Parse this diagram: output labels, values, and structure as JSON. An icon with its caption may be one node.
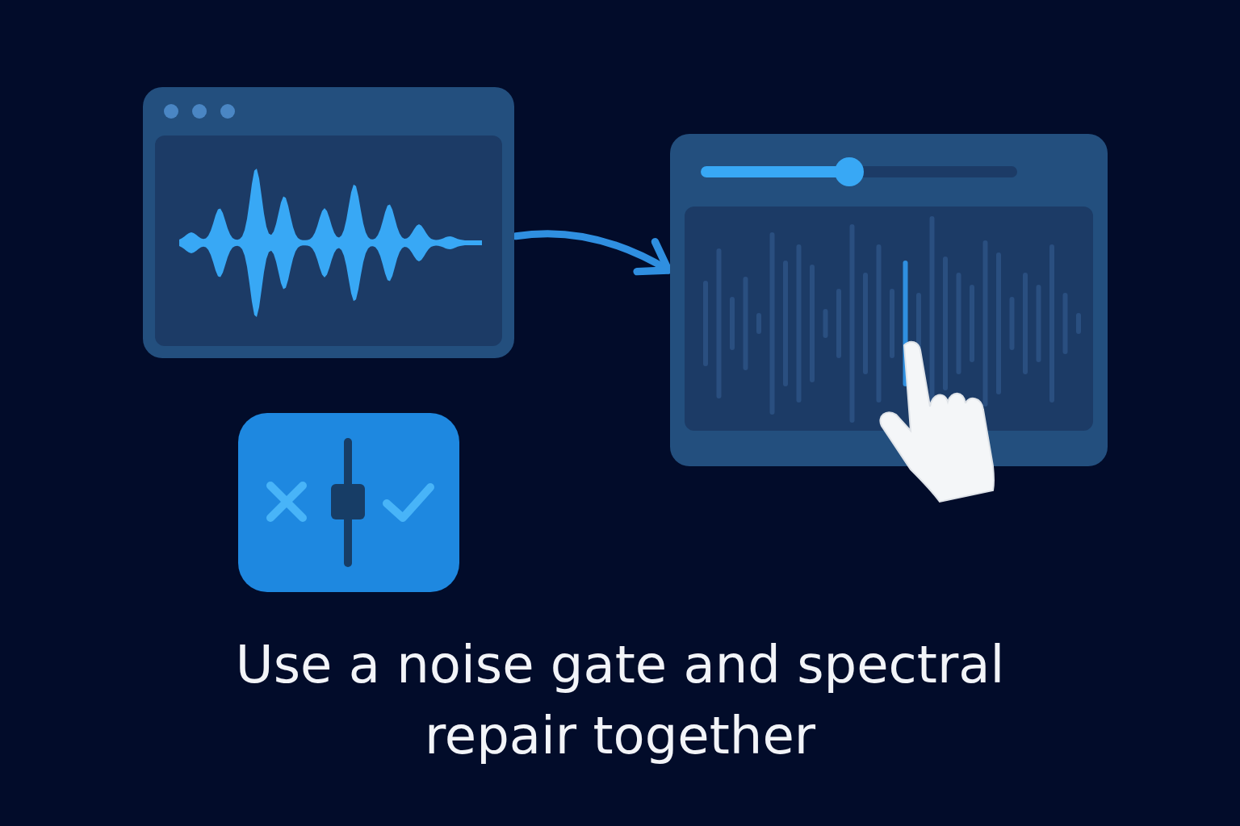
{
  "diagram": {
    "caption": "Use a noise gate and spectral repair together",
    "nodes": [
      {
        "text": [],
        "shape": "picture"
      },
      {
        "text": [],
        "shape": "picture"
      }
    ],
    "edges": [
      {
        "from": 0,
        "to": 1,
        "arrow": "to"
      }
    ]
  }
}
